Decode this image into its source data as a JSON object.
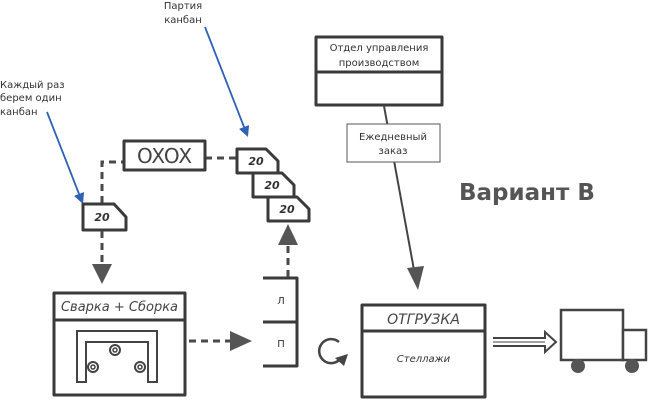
{
  "annotations": {
    "batch_kanban": [
      "Партия",
      "канбан"
    ],
    "take_one": [
      "Каждый раз",
      "берем один",
      "канбан"
    ]
  },
  "signal_post": "OXOX",
  "kanban_cards": [
    "20",
    "20",
    "20",
    "20"
  ],
  "process": {
    "title": "Сварка + Сборка"
  },
  "supermarket": {
    "rows": [
      "Л",
      "П"
    ]
  },
  "production_control": {
    "title": [
      "Отдел управления",
      "производством"
    ]
  },
  "daily_order": [
    "Ежедневный",
    "заказ"
  ],
  "variant_title": "Вариант В",
  "shipping": {
    "title": "ОТГРУЗКА",
    "content": "Стеллажи"
  },
  "colors": {
    "annotation_arrow": "#2f62b5",
    "ink": "#3a3a3a"
  },
  "icons": [
    "refresh-icon",
    "truck-icon",
    "fixture-icon",
    "push-arrow-icon"
  ]
}
